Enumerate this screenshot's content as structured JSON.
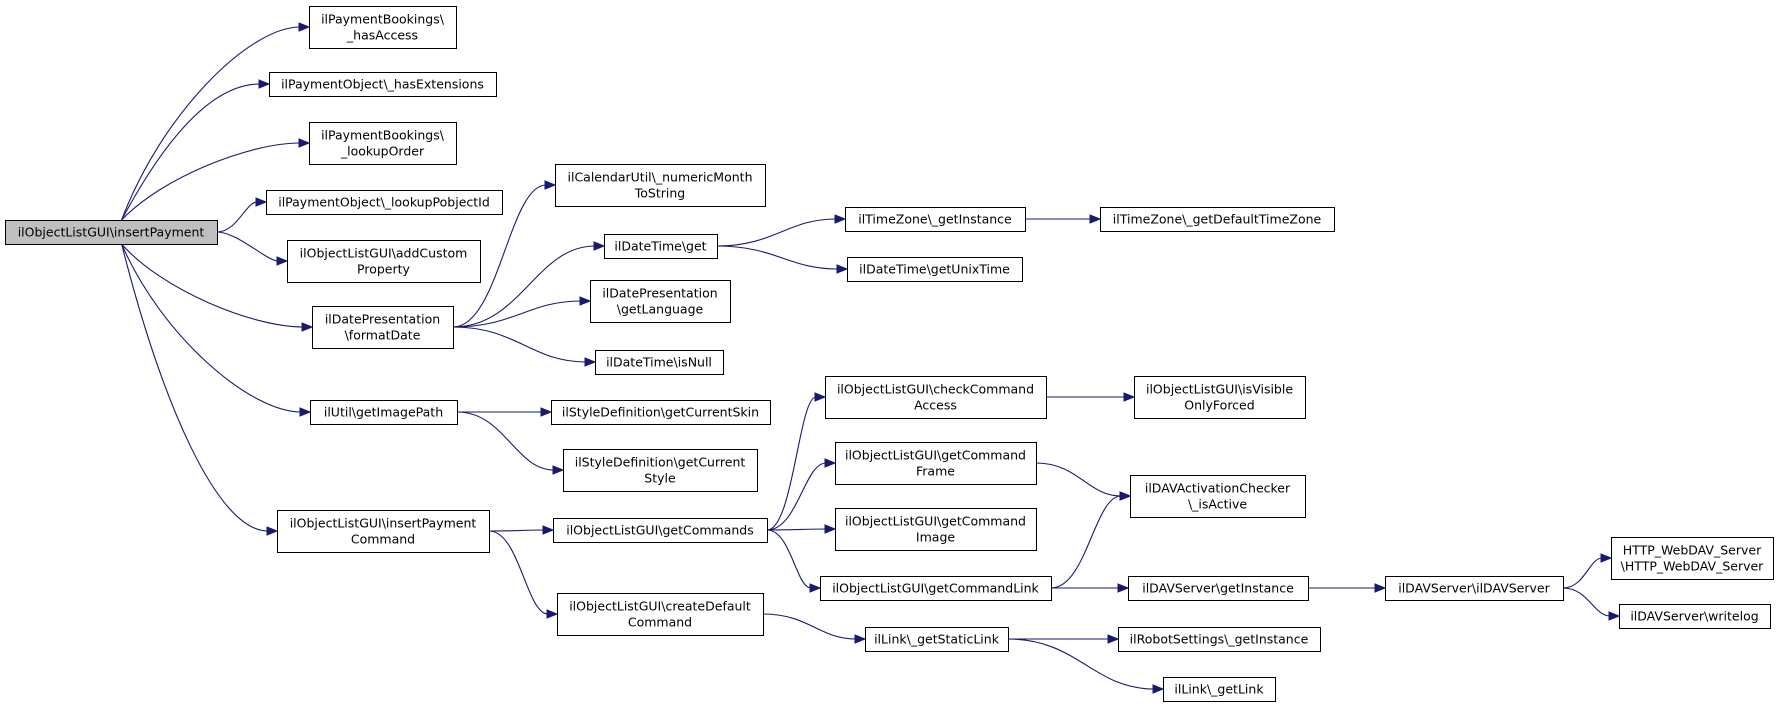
{
  "nodes": [
    {
      "id": "insertPayment",
      "lines": [
        "ilObjectListGUI\\insertPayment"
      ],
      "root": true
    },
    {
      "id": "hasAccess",
      "lines": [
        "ilPaymentBookings\\",
        "_hasAccess"
      ]
    },
    {
      "id": "hasExtensions",
      "lines": [
        "ilPaymentObject\\_hasExtensions"
      ]
    },
    {
      "id": "lookupOrder",
      "lines": [
        "ilPaymentBookings\\",
        "_lookupOrder"
      ]
    },
    {
      "id": "lookupPobjectId",
      "lines": [
        "ilPaymentObject\\_lookupPobjectId"
      ]
    },
    {
      "id": "addCustomProperty",
      "lines": [
        "ilObjectListGUI\\addCustom",
        "Property"
      ]
    },
    {
      "id": "formatDate",
      "lines": [
        "ilDatePresentation",
        "\\formatDate"
      ]
    },
    {
      "id": "getImagePath",
      "lines": [
        "ilUtil\\getImagePath"
      ]
    },
    {
      "id": "insertPaymentCommand",
      "lines": [
        "ilObjectListGUI\\insertPayment",
        "Command"
      ]
    },
    {
      "id": "numericMonthToString",
      "lines": [
        "ilCalendarUtil\\_numericMonth",
        "ToString"
      ]
    },
    {
      "id": "dateTimeGet",
      "lines": [
        "ilDateTime\\get"
      ]
    },
    {
      "id": "getLanguage",
      "lines": [
        "ilDatePresentation",
        "\\getLanguage"
      ]
    },
    {
      "id": "isNull",
      "lines": [
        "ilDateTime\\isNull"
      ]
    },
    {
      "id": "tzGetInstance",
      "lines": [
        "ilTimeZone\\_getInstance"
      ]
    },
    {
      "id": "getUnixTime",
      "lines": [
        "ilDateTime\\getUnixTime"
      ]
    },
    {
      "id": "getDefaultTimeZone",
      "lines": [
        "ilTimeZone\\_getDefaultTimeZone"
      ]
    },
    {
      "id": "getCurrentSkin",
      "lines": [
        "ilStyleDefinition\\getCurrentSkin"
      ]
    },
    {
      "id": "getCurrentStyle",
      "lines": [
        "ilStyleDefinition\\getCurrent",
        "Style"
      ]
    },
    {
      "id": "getCommands",
      "lines": [
        "ilObjectListGUI\\getCommands"
      ]
    },
    {
      "id": "createDefaultCommand",
      "lines": [
        "ilObjectListGUI\\createDefault",
        "Command"
      ]
    },
    {
      "id": "checkCommandAccess",
      "lines": [
        "ilObjectListGUI\\checkCommand",
        "Access"
      ]
    },
    {
      "id": "getCommandFrame",
      "lines": [
        "ilObjectListGUI\\getCommand",
        "Frame"
      ]
    },
    {
      "id": "getCommandImage",
      "lines": [
        "ilObjectListGUI\\getCommand",
        "Image"
      ]
    },
    {
      "id": "getCommandLink",
      "lines": [
        "ilObjectListGUI\\getCommandLink"
      ]
    },
    {
      "id": "getStaticLink",
      "lines": [
        "ilLink\\_getStaticLink"
      ]
    },
    {
      "id": "isVisibleOnlyForced",
      "lines": [
        "ilObjectListGUI\\isVisible",
        "OnlyForced"
      ]
    },
    {
      "id": "isActive",
      "lines": [
        "ilDAVActivationChecker",
        "\\_isActive"
      ]
    },
    {
      "id": "davGetInstance",
      "lines": [
        "ilDAVServer\\getInstance"
      ]
    },
    {
      "id": "robotGetInstance",
      "lines": [
        "ilRobotSettings\\_getInstance"
      ]
    },
    {
      "id": "getLink",
      "lines": [
        "ilLink\\_getLink"
      ]
    },
    {
      "id": "ilDAVServer",
      "lines": [
        "ilDAVServer\\ilDAVServer"
      ]
    },
    {
      "id": "httpWebDAV",
      "lines": [
        "HTTP_WebDAV_Server",
        "\\HTTP_WebDAV_Server"
      ]
    },
    {
      "id": "writelog",
      "lines": [
        "ilDAVServer\\writelog"
      ]
    }
  ],
  "edges": [
    [
      "insertPayment",
      "hasAccess"
    ],
    [
      "insertPayment",
      "hasExtensions"
    ],
    [
      "insertPayment",
      "lookupOrder"
    ],
    [
      "insertPayment",
      "lookupPobjectId"
    ],
    [
      "insertPayment",
      "addCustomProperty"
    ],
    [
      "insertPayment",
      "formatDate"
    ],
    [
      "insertPayment",
      "getImagePath"
    ],
    [
      "insertPayment",
      "insertPaymentCommand"
    ],
    [
      "formatDate",
      "numericMonthToString"
    ],
    [
      "formatDate",
      "dateTimeGet"
    ],
    [
      "formatDate",
      "getLanguage"
    ],
    [
      "formatDate",
      "isNull"
    ],
    [
      "dateTimeGet",
      "tzGetInstance"
    ],
    [
      "dateTimeGet",
      "getUnixTime"
    ],
    [
      "tzGetInstance",
      "getDefaultTimeZone"
    ],
    [
      "getImagePath",
      "getCurrentSkin"
    ],
    [
      "getImagePath",
      "getCurrentStyle"
    ],
    [
      "insertPaymentCommand",
      "getCommands"
    ],
    [
      "insertPaymentCommand",
      "createDefaultCommand"
    ],
    [
      "getCommands",
      "checkCommandAccess"
    ],
    [
      "getCommands",
      "getCommandFrame"
    ],
    [
      "getCommands",
      "getCommandImage"
    ],
    [
      "getCommands",
      "getCommandLink"
    ],
    [
      "checkCommandAccess",
      "isVisibleOnlyForced"
    ],
    [
      "getCommandFrame",
      "isActive"
    ],
    [
      "getCommandLink",
      "isActive"
    ],
    [
      "getCommandLink",
      "davGetInstance"
    ],
    [
      "davGetInstance",
      "ilDAVServer"
    ],
    [
      "ilDAVServer",
      "httpWebDAV"
    ],
    [
      "ilDAVServer",
      "writelog"
    ],
    [
      "createDefaultCommand",
      "getStaticLink"
    ],
    [
      "getStaticLink",
      "robotGetInstance"
    ],
    [
      "getStaticLink",
      "getLink"
    ]
  ]
}
